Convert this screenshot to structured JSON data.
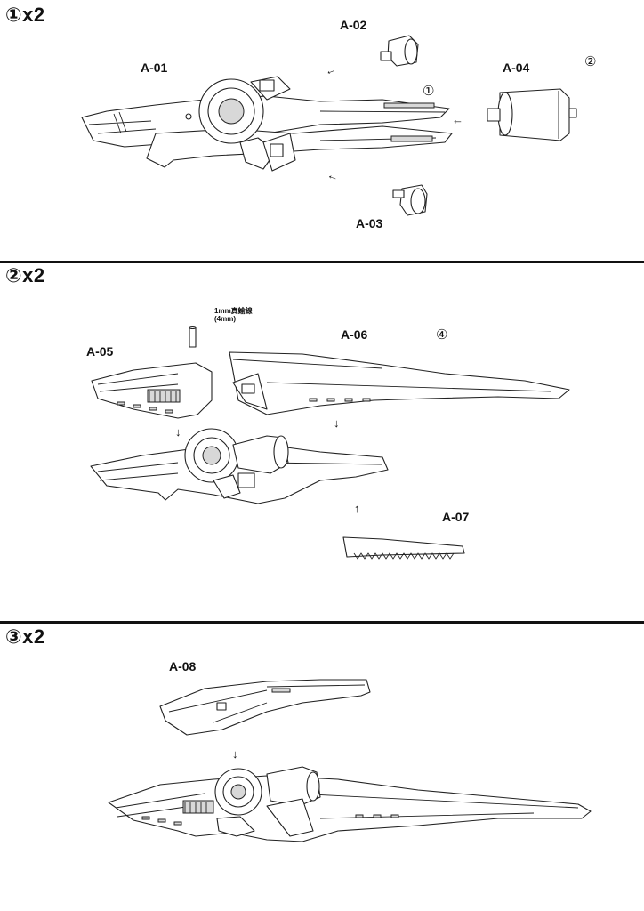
{
  "steps": [
    {
      "header": "①x2",
      "labels": {
        "a01": "A-01",
        "a02": "A-02",
        "a03": "A-03",
        "a04": "A-04"
      },
      "markers": {
        "m1": "①",
        "m2": "②"
      },
      "arrows": {
        "left": "←"
      }
    },
    {
      "header": "②x2",
      "labels": {
        "a05": "A-05",
        "a06": "A-06",
        "a07": "A-07"
      },
      "note": {
        "line1": "1mm真鍮線",
        "line2": "(4mm)"
      },
      "markers": {
        "m4": "④"
      },
      "arrows": {
        "down": "↓",
        "up": "↑"
      }
    },
    {
      "header": "③x2",
      "labels": {
        "a08": "A-08"
      },
      "arrows": {
        "down": "↓"
      }
    }
  ]
}
